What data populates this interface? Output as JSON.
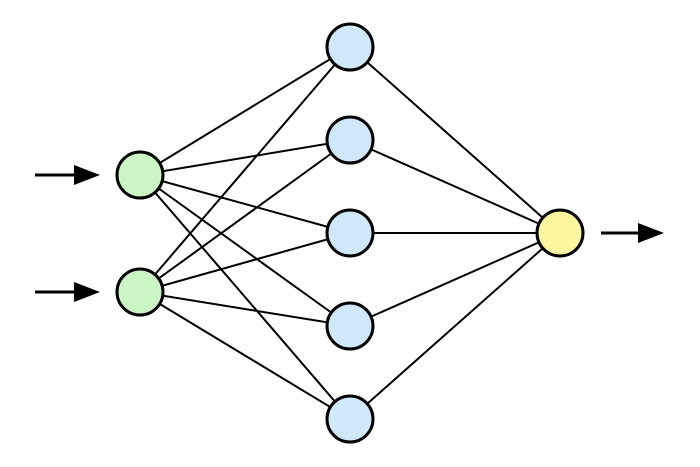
{
  "colors": {
    "background": "#ffffff",
    "stroke": "#000000",
    "input_fill": "#ccf5c6",
    "hidden_fill": "#cfe8fb",
    "output_fill": "#fdf6a0"
  },
  "layers": {
    "input": {
      "node_count": 2
    },
    "hidden": {
      "node_count": 5
    },
    "output": {
      "node_count": 1
    }
  },
  "connections": "fully-connected",
  "icons": {
    "input_arrow": "arrow-right-icon",
    "output_arrow": "arrow-right-icon"
  }
}
